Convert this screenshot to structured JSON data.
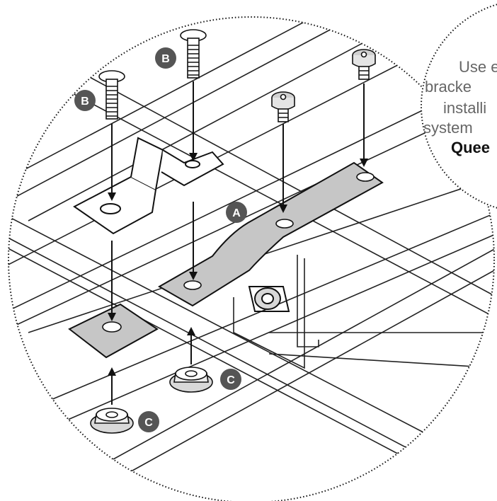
{
  "callouts": {
    "a": "A",
    "b": "B",
    "c": "C"
  },
  "note": {
    "line1": "Use e",
    "line2": "bracke",
    "line3": "installi",
    "line4": "system",
    "line5": "Quee"
  },
  "colors": {
    "ink": "#111111",
    "plate_fill": "#c6c6c6",
    "label_bg": "#555555",
    "note_text": "#666666"
  }
}
